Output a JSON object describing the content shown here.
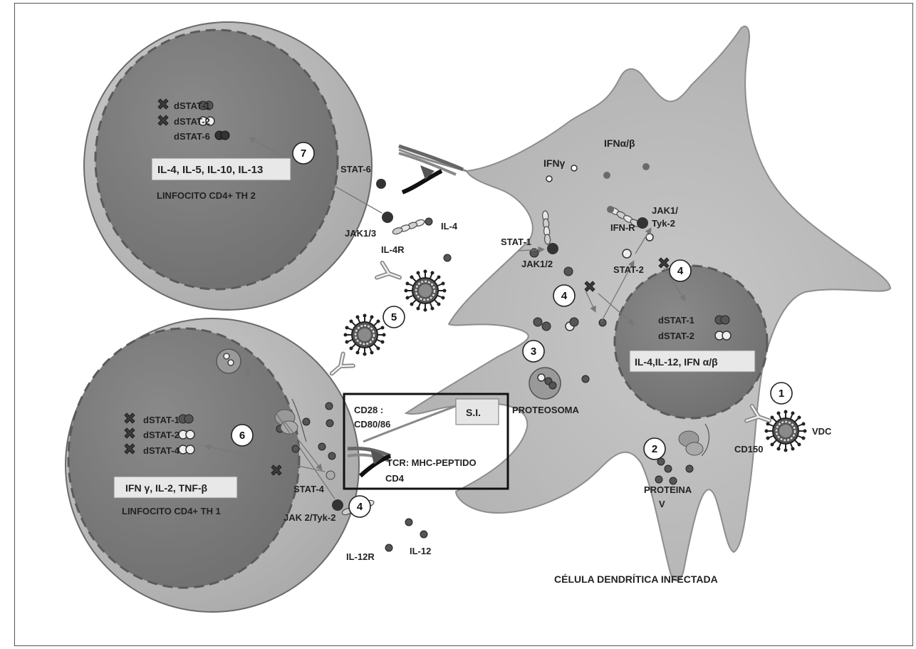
{
  "th2_cell": {
    "title": "LINFOCITO CD4+ TH 2",
    "cytokines": "IL-4,  IL-5, IL-10, IL-13",
    "dstat1": "dSTAT-1",
    "dstat2": "dSTAT-2",
    "dstat6": "dSTAT-6",
    "stat6": "STAT-6",
    "jak": "JAK1/3",
    "receptor": "IL-4R",
    "ligand": "IL-4"
  },
  "th1_cell": {
    "title": "LINFOCITO CD4+ TH 1",
    "cytokines": "IFN γ, IL-2, TNF-β",
    "dstat1": "dSTAT-1",
    "dstat2": "dSTAT-2",
    "dstat4": "dSTAT-4",
    "stat4": "STAT-4",
    "jak": "JAK 2/Tyk-2",
    "receptor": "IL-12R",
    "ligand": "IL-12"
  },
  "dendritic_cell": {
    "title": "CÉLULA DENDRÍTICA INFECTADA",
    "nucleus_cytokines": "IL-4,IL-12, IFN α/β",
    "dstat1": "dSTAT-1",
    "dstat2": "dSTAT-2",
    "stat1": "STAT-1",
    "stat2": "STAT-2",
    "jak12": "JAK1/2",
    "jak1_line1": "JAK1/",
    "jak1_line2": "Tyk-2",
    "ifn_r": "IFN-R",
    "ifn_gamma": "IFNγ",
    "ifn_ab": "IFNα/β",
    "proteosoma": "PROTEOSOMA",
    "proteina_line1": "PROTEINA",
    "proteina_line2": "V",
    "cd150": "CD150",
    "vdc": "VDC"
  },
  "synapse": {
    "si": "S.I.",
    "cd28_line1": "CD28 :",
    "cd28_line2": "CD80/86",
    "tcr": "TCR:  MHC-PEPTIDO",
    "cd4": "CD4"
  },
  "steps": [
    "1",
    "2",
    "3",
    "4",
    "4",
    "4",
    "5",
    "6",
    "7"
  ],
  "colors": {
    "cell_fill": "#bdbdbd",
    "cell_stroke": "#5c5c5c",
    "nucleus_fill": "#7d7d7d",
    "dark_dot": "#3c3c3c",
    "mid_dot": "#6f6f6f"
  }
}
